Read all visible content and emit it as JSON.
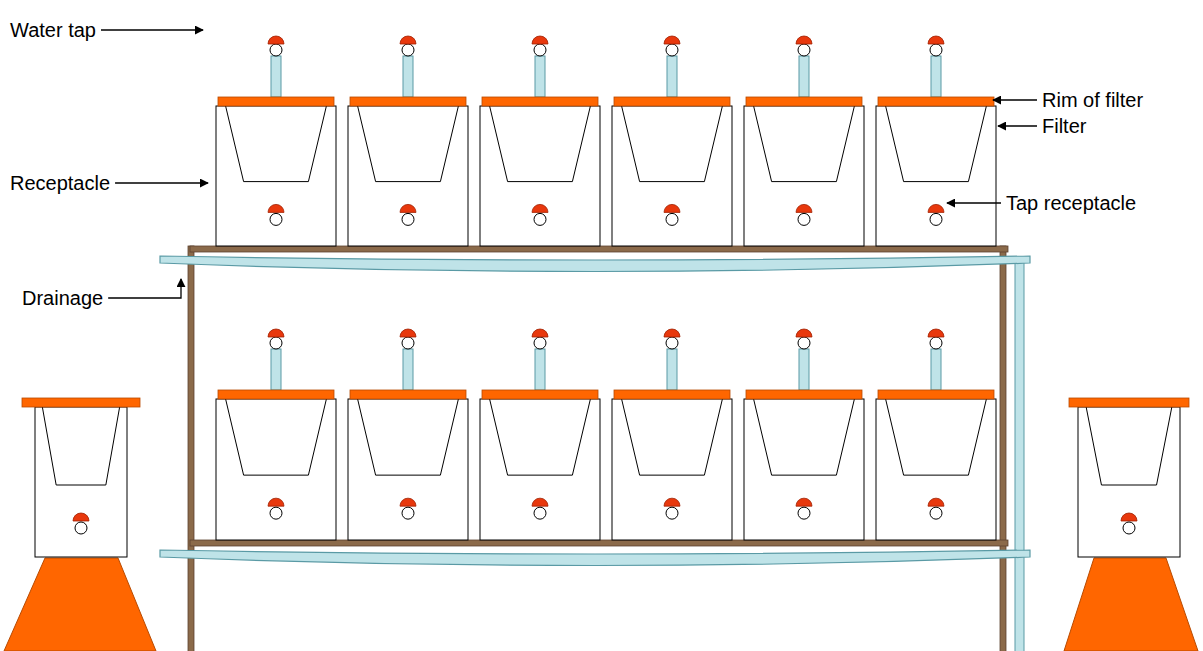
{
  "diagram": {
    "labels": [
      "Water tap",
      "Rim of filter",
      "Filter",
      "Receptacle",
      "Tap receptacle",
      "Drainage"
    ]
  }
}
